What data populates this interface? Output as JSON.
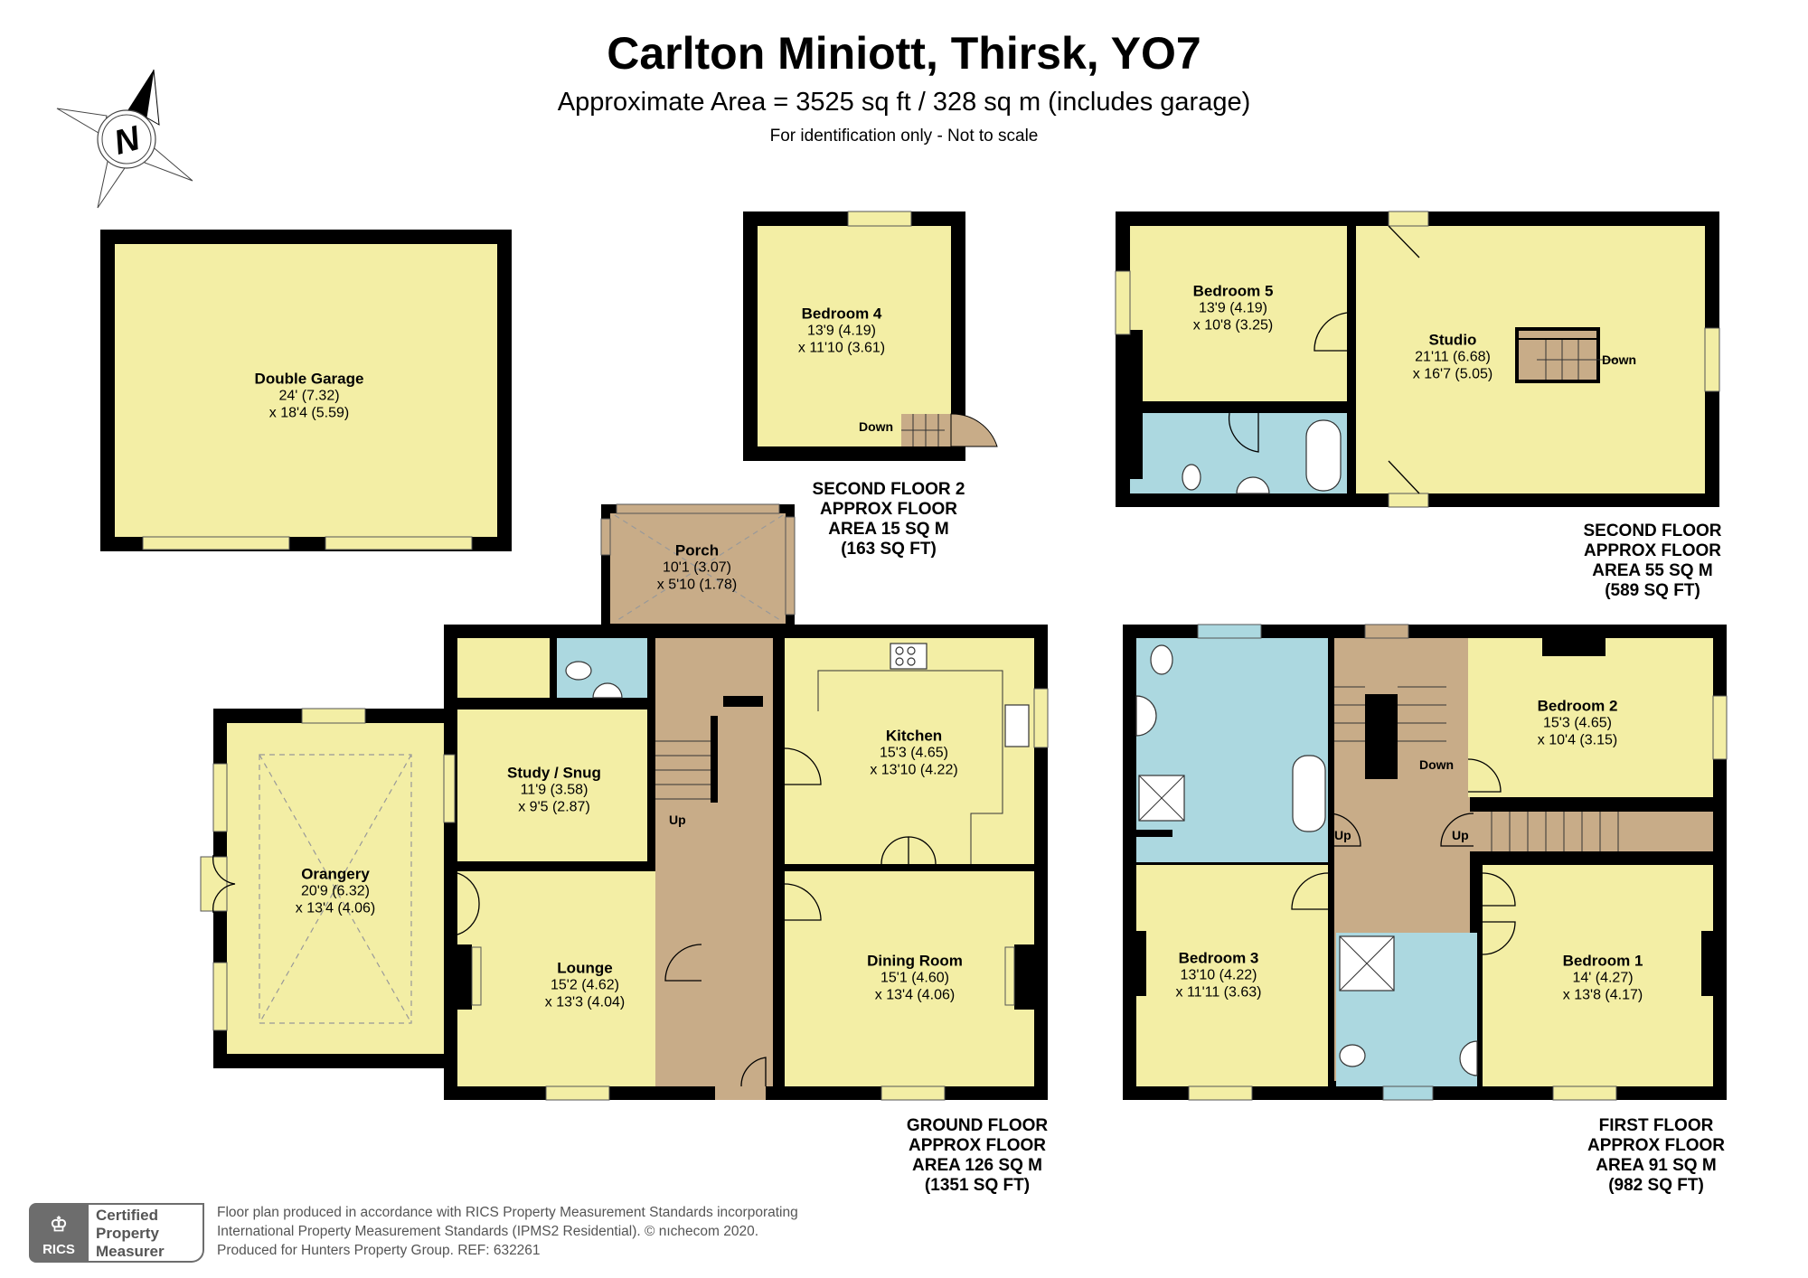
{
  "header": {
    "title": "Carlton Miniott, Thirsk, YO7",
    "subtitle": "Approximate Area = 3525 sq ft / 328 sq m (includes garage)",
    "note": "For identification only - Not to scale"
  },
  "compass": {
    "icon": "north-compass-icon",
    "letter": "N"
  },
  "colors": {
    "room": "#f3eea5",
    "bathroom": "#acd8e0",
    "circulation": "#c8ac88",
    "wall": "#000000"
  },
  "outbuildings": {
    "garage": {
      "name": "Double Garage",
      "dim1": "24' (7.32)",
      "dim2": "x 18'4 (5.59)"
    }
  },
  "floors": {
    "second_floor_2": {
      "label": [
        "SECOND FLOOR 2",
        "APPROX FLOOR",
        "AREA 15 SQ M",
        "(163 SQ FT)"
      ],
      "rooms": [
        {
          "name": "Bedroom 4",
          "dim1": "13'9 (4.19)",
          "dim2": "x 11'10 (3.61)"
        }
      ],
      "stairs_label": "Down"
    },
    "second_floor": {
      "label": [
        "SECOND FLOOR",
        "APPROX FLOOR",
        "AREA 55 SQ M",
        "(589 SQ FT)"
      ],
      "rooms": [
        {
          "name": "Bedroom 5",
          "dim1": "13'9 (4.19)",
          "dim2": "x 10'8 (3.25)"
        },
        {
          "name": "Studio",
          "dim1": "21'11 (6.68)",
          "dim2": "x 16'7 (5.05)"
        }
      ],
      "stairs_label": "Down"
    },
    "ground_floor": {
      "label": [
        "GROUND FLOOR",
        "APPROX FLOOR",
        "AREA 126 SQ M",
        "(1351 SQ FT)"
      ],
      "rooms": [
        {
          "name": "Porch",
          "dim1": "10'1 (3.07)",
          "dim2": "x 5'10 (1.78)"
        },
        {
          "name": "Kitchen",
          "dim1": "15'3 (4.65)",
          "dim2": "x 13'10 (4.22)"
        },
        {
          "name": "Study / Snug",
          "dim1": "11'9 (3.58)",
          "dim2": "x 9'5 (2.87)"
        },
        {
          "name": "Orangery",
          "dim1": "20'9 (6.32)",
          "dim2": "x 13'4 (4.06)"
        },
        {
          "name": "Lounge",
          "dim1": "15'2 (4.62)",
          "dim2": "x 13'3 (4.04)"
        },
        {
          "name": "Dining Room",
          "dim1": "15'1 (4.60)",
          "dim2": "x 13'4 (4.06)"
        }
      ],
      "stairs_label": "Up"
    },
    "first_floor": {
      "label": [
        "FIRST FLOOR",
        "APPROX FLOOR",
        "AREA 91 SQ M",
        "(982 SQ FT)"
      ],
      "rooms": [
        {
          "name": "Bedroom 2",
          "dim1": "15'3 (4.65)",
          "dim2": "x 10'4 (3.15)"
        },
        {
          "name": "Bedroom 3",
          "dim1": "13'10 (4.22)",
          "dim2": "x 11'11 (3.63)"
        },
        {
          "name": "Bedroom 1",
          "dim1": "14' (4.27)",
          "dim2": "x 13'8 (4.17)"
        }
      ],
      "stairs_labels": [
        "Down",
        "Up",
        "Up"
      ]
    }
  },
  "footer": {
    "badge_org": "RICS",
    "badge_text": [
      "Certified",
      "Property",
      "Measurer"
    ],
    "lines": [
      "Floor plan produced in accordance with RICS Property Measurement Standards incorporating",
      "International Property Measurement Standards (IPMS2 Residential).   © nıchecom 2020.",
      "Produced for Hunters Property Group. REF: 632261"
    ]
  }
}
